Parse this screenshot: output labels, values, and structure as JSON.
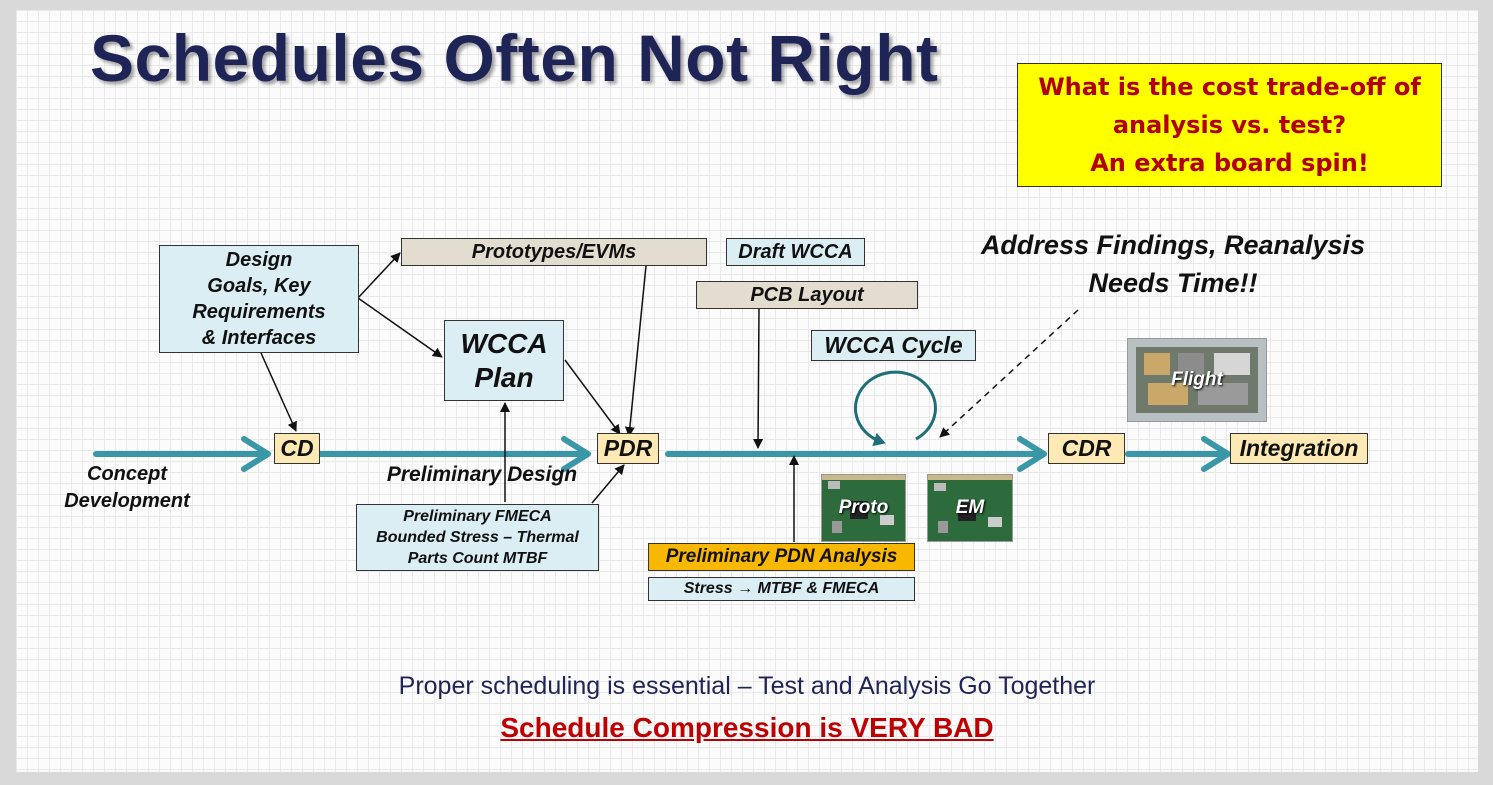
{
  "slide": {
    "title": "Schedules Often Not Right",
    "callout": {
      "lines": [
        "What is the cost trade-off of",
        "analysis vs. test?",
        "An extra board spin!"
      ],
      "background": "#ffff00",
      "text_color": "#b00000"
    },
    "footer": {
      "note": "Proper scheduling is essential – Test and Analysis Go Together",
      "warning": "Schedule Compression is VERY BAD",
      "warning_color": "#c00000"
    }
  },
  "diagram": {
    "milestones": {
      "cd": "CD",
      "pdr": "PDR",
      "cdr": "CDR",
      "integration": "Integration"
    },
    "phase_labels": {
      "concept_development": [
        "Concept",
        "Development"
      ],
      "preliminary_design": "Preliminary Design"
    },
    "boxes": {
      "design_goals": [
        "Design",
        "Goals, Key",
        "Requirements",
        "& Interfaces"
      ],
      "prototypes_evms": "Prototypes/EVMs",
      "wcca_plan": [
        "WCCA",
        "Plan"
      ],
      "draft_wcca": "Draft WCCA",
      "pcb_layout": "PCB Layout",
      "wcca_cycle": "WCCA Cycle",
      "preliminary_fmeca": [
        "Preliminary FMECA",
        "Bounded Stress – Thermal",
        "Parts Count MTBF"
      ],
      "preliminary_pdn": "Preliminary PDN Analysis",
      "stress_mtbf": "Stress → MTBF & FMECA"
    },
    "address_findings": [
      "Address Findings, Reanalysis",
      "Needs Time!!"
    ],
    "board_photos": {
      "proto": "Proto",
      "em": "EM",
      "flight": "Flight"
    },
    "colors": {
      "timeline_arrow": "#3a97a8",
      "milestone_fill": "#fde9b4",
      "light_blue_box": "#dbeef4",
      "tan_box": "#e3ddcf",
      "pdn_box": "#f9b800",
      "title": "#1f2456"
    }
  }
}
